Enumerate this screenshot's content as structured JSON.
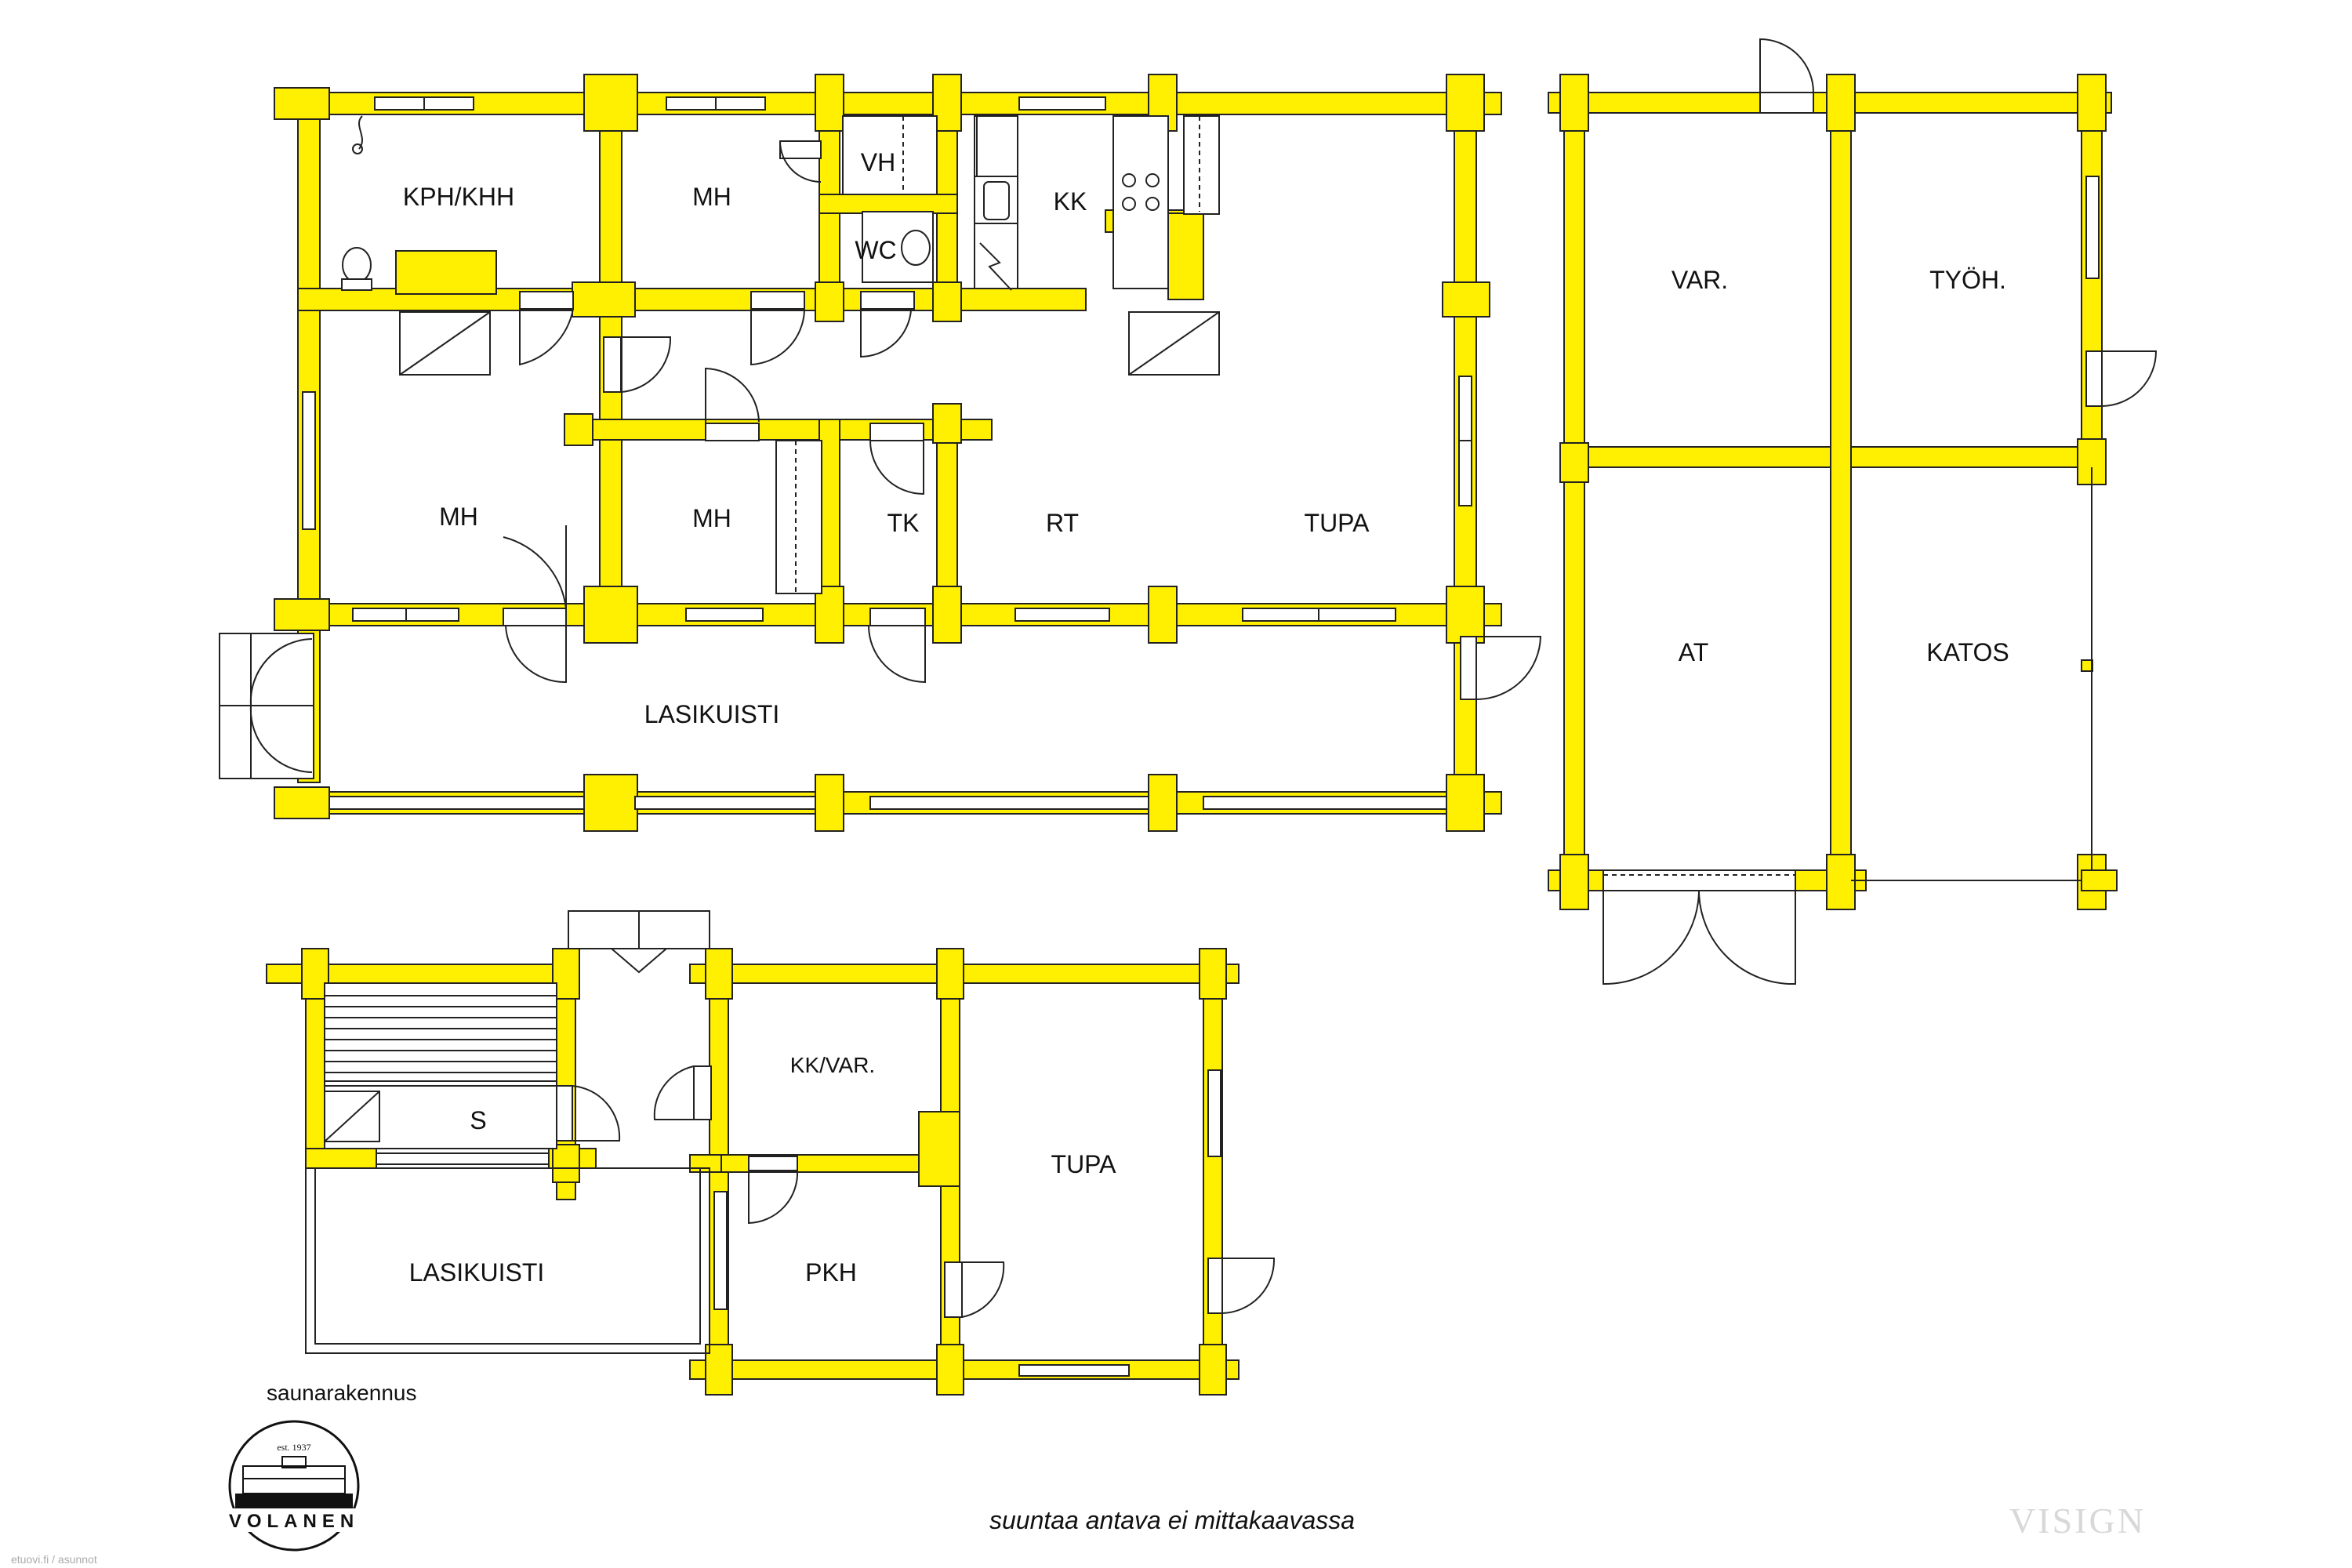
{
  "main_house": {
    "rooms": {
      "kph_khh": "KPH/KHH",
      "mh_top": "MH",
      "vh": "VH",
      "wc": "WC",
      "kk": "KK",
      "mh_left": "MH",
      "mh_mid": "MH",
      "tk": "TK",
      "rt": "RT",
      "tupa": "TUPA",
      "lasikuisti": "LASIKUISTI"
    }
  },
  "outbuilding": {
    "rooms": {
      "var": "VAR.",
      "tyoh": "TYÖH.",
      "at": "AT",
      "katos": "KATOS"
    }
  },
  "sauna_building": {
    "rooms": {
      "s": "S",
      "kk_var": "KK/VAR.",
      "tupa": "TUPA",
      "lasikuisti": "LASIKUISTI",
      "pkh": "PKH"
    },
    "caption": "saunarakennus"
  },
  "scale_note": "suuntaa antava ei mittakaavassa",
  "watermark": "VISIGN",
  "credit": "etuovi.fi / asunnot",
  "logo": {
    "name": "VOLANEN",
    "est": "est. 1937"
  },
  "colors": {
    "wall": "#ffef00",
    "outline": "#222222",
    "background": "#ffffff"
  }
}
